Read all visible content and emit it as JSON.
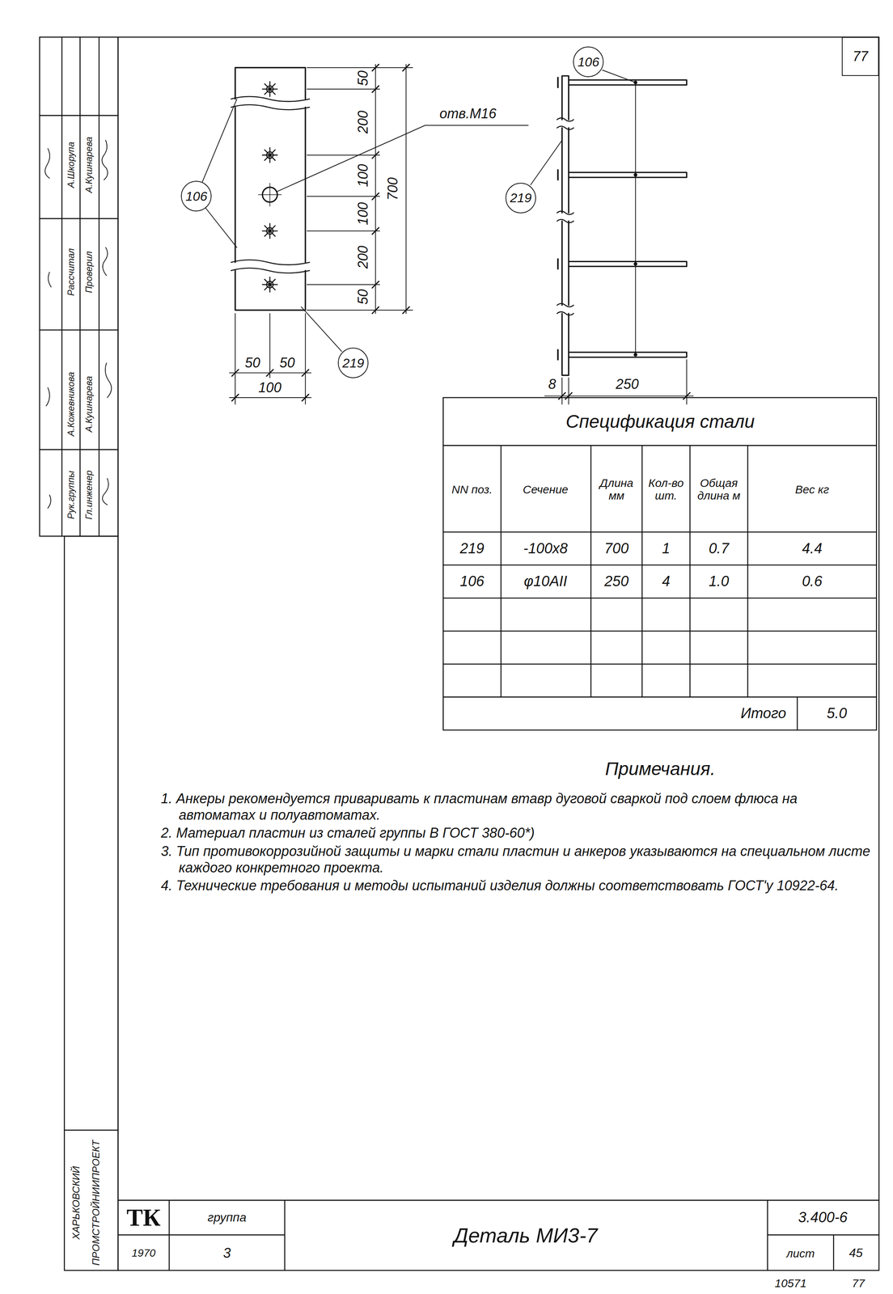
{
  "diagram": {
    "nodes": [
      {
        "text": [
          "77"
        ]
      },
      {
        "text": [
          "106"
        ]
      },
      {
        "text": [
          "219"
        ]
      },
      {
        "text": [
          "106"
        ]
      },
      {
        "text": [
          "219"
        ]
      }
    ],
    "labels": [
      "отв.М16",
      "50",
      "200",
      "100",
      "100",
      "200",
      "50",
      "700",
      "50",
      "50",
      "100",
      "8",
      "250",
      "Спецификация стали",
      "NN поз.",
      "Сечение",
      "Длина мм",
      "Кол-во шт.",
      "Общая длина м",
      "Вес кг",
      "219",
      "-100х8",
      "700",
      "1",
      "0.7",
      "4.4",
      "106",
      "φ10АII",
      "250",
      "4",
      "1.0",
      "0.6",
      "Итого",
      "5.0",
      "Примечания.",
      "1. Анкеры рекомендуется приваривать к пластинам втавр дуговой сваркой под слоем флюса на автоматах и полуавтоматах.",
      "2. Материал пластин из сталей группы В ГОСТ 380-60*)",
      "3. Тип противокоррозийной защиты и марки стали пластин и анкеров указываются на специальном листе каждого конкретного проекта.",
      "4. Технические требования и методы испытаний изделия должны соответствовать ГОСТ'у 10922-64.",
      "ТК",
      "1970",
      "группа",
      "3",
      "Деталь МИ3-7",
      "3.400-6",
      "лист",
      "45",
      "10571",
      "77",
      "ХАРЬКОВСКИЙ",
      "ПРОМСТРОЙНИИПРОЕКТ",
      "Рассчитал",
      "Проверил",
      "Рук.группы",
      "Гл.инженер",
      "А.Шкорупа",
      "А.Кушнарева",
      "А.Кожевникова",
      "А.Кушнарева"
    ]
  }
}
